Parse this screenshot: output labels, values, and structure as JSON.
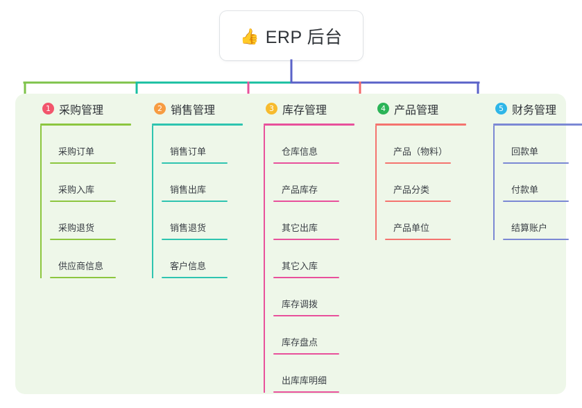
{
  "page": {
    "background": "#ffffff",
    "panel_color": "#eef7e9"
  },
  "root": {
    "emoji": "👍",
    "emoji_name": "thumbs-up-icon",
    "title": "ERP 后台"
  },
  "connector": {
    "segment_colors": [
      "#7ec34a",
      "#18bfa0",
      "#5a62c8"
    ],
    "drop_colors": [
      "#7ec34a",
      "#18bfa0",
      "#e8509b",
      "#f36a6a",
      "#5a62c8"
    ]
  },
  "columns": [
    {
      "number": "1",
      "title": "采购管理",
      "badge_color": "#f2556c",
      "line_color": "#8cc63f",
      "items": [
        "采购订单",
        "采购入库",
        "采购退货",
        "供应商信息"
      ]
    },
    {
      "number": "2",
      "title": "销售管理",
      "badge_color": "#f79c42",
      "line_color": "#2ec4b0",
      "items": [
        "销售订单",
        "销售出库",
        "销售退货",
        "客户信息"
      ]
    },
    {
      "number": "3",
      "title": "库存管理",
      "badge_color": "#f7bb2e",
      "line_color": "#e8509b",
      "items": [
        "仓库信息",
        "产品库存",
        "其它出库",
        "其它入库",
        "库存调拨",
        "库存盘点",
        "出库库明细"
      ]
    },
    {
      "number": "4",
      "title": "产品管理",
      "badge_color": "#2bb457",
      "line_color": "#f4736e",
      "items": [
        "产品（物料）",
        "产品分类",
        "产品单位"
      ]
    },
    {
      "number": "5",
      "title": "财务管理",
      "badge_color": "#2eb6e8",
      "line_color": "#7b88d4",
      "items": [
        "回款单",
        "付款单",
        "结算账户"
      ]
    }
  ]
}
